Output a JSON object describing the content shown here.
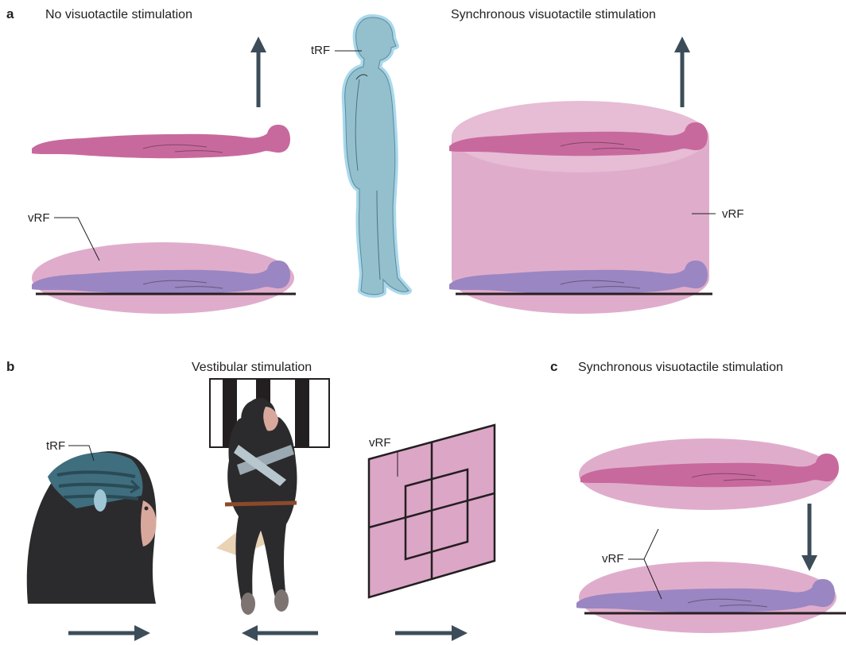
{
  "figure": {
    "panel_a": {
      "letter": "a",
      "title_left": "No visuotactile stimulation",
      "title_right": "Synchronous visuotactile stimulation",
      "label_trf": "tRF",
      "label_vrf_left": "vRF",
      "label_vrf_right": "vRF"
    },
    "panel_b": {
      "letter": "b",
      "title": "Vestibular stimulation",
      "label_trf": "tRF",
      "label_vrf": "vRF"
    },
    "panel_c": {
      "letter": "c",
      "title": "Synchronous visuotactile stimulation",
      "label_vrf": "vRF"
    },
    "colors": {
      "vrf_field": "#dfadcb",
      "body_pink": "#c8699e",
      "body_purple": "#9a86c2",
      "body_blue": "#94bfcc",
      "trf_glow": "#a9d8ec",
      "arrow": "#3c4d59",
      "ground": "#2a1f22",
      "grid_fill": "#dca6c7",
      "helmet": "#3f6e7e",
      "monkey_fur": "#2b2b2d"
    }
  }
}
